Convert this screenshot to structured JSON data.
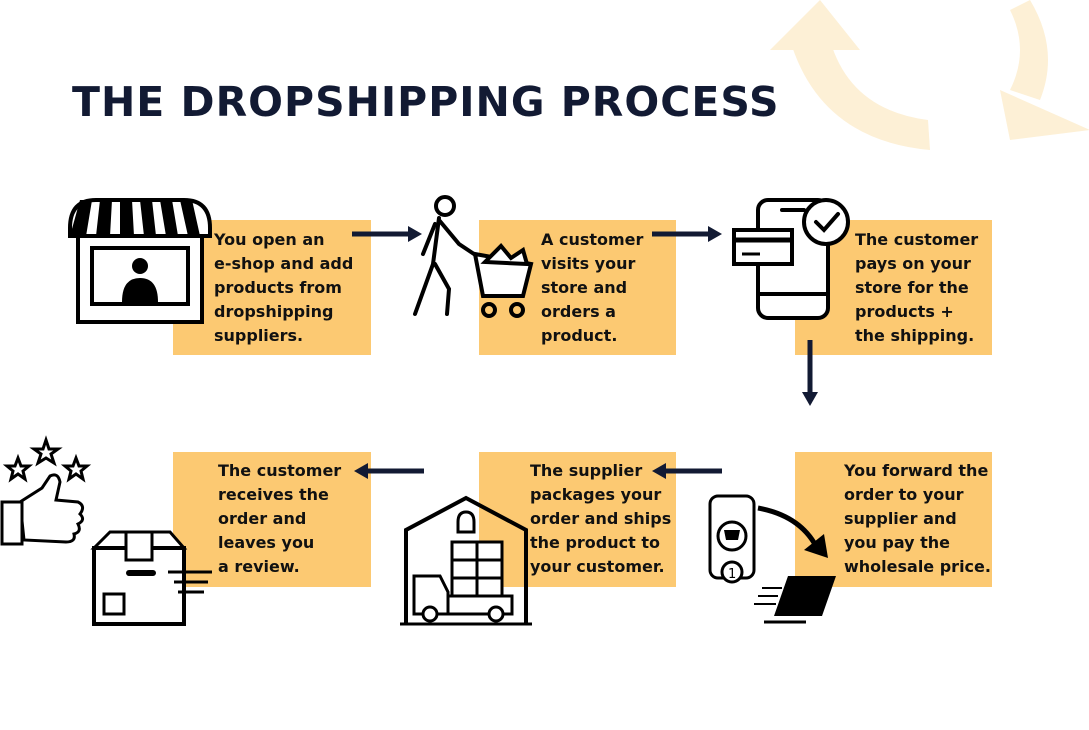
{
  "title": "THE DROPSHIPPING PROCESS",
  "colors": {
    "box": "#fcc972",
    "ink": "#121a33",
    "arrow": "#121a33",
    "deco": "#fdf0d6"
  },
  "steps": [
    {
      "text": "You open an\ne-shop and add\nproducts from\ndropshipping\nsuppliers.",
      "icon": "storefront-icon"
    },
    {
      "text": "A customer\nvisits your\nstore and\norders a\nproduct.",
      "icon": "shopping-cart-person-icon"
    },
    {
      "text": "The customer\npays on your\nstore for the\nproducts +\nthe shipping.",
      "icon": "mobile-payment-icon"
    },
    {
      "text": "You forward the\norder to your\nsupplier and\nyou pay the\nwholesale price.",
      "icon": "phone-order-forward-icon"
    },
    {
      "text": "The supplier\npackages your\norder and ships\nthe product to\nyour customer.",
      "icon": "warehouse-truck-icon"
    },
    {
      "text": "The customer\nreceives the\norder and\nleaves you\na review.",
      "icon": "thumbs-up-review-icon"
    }
  ]
}
